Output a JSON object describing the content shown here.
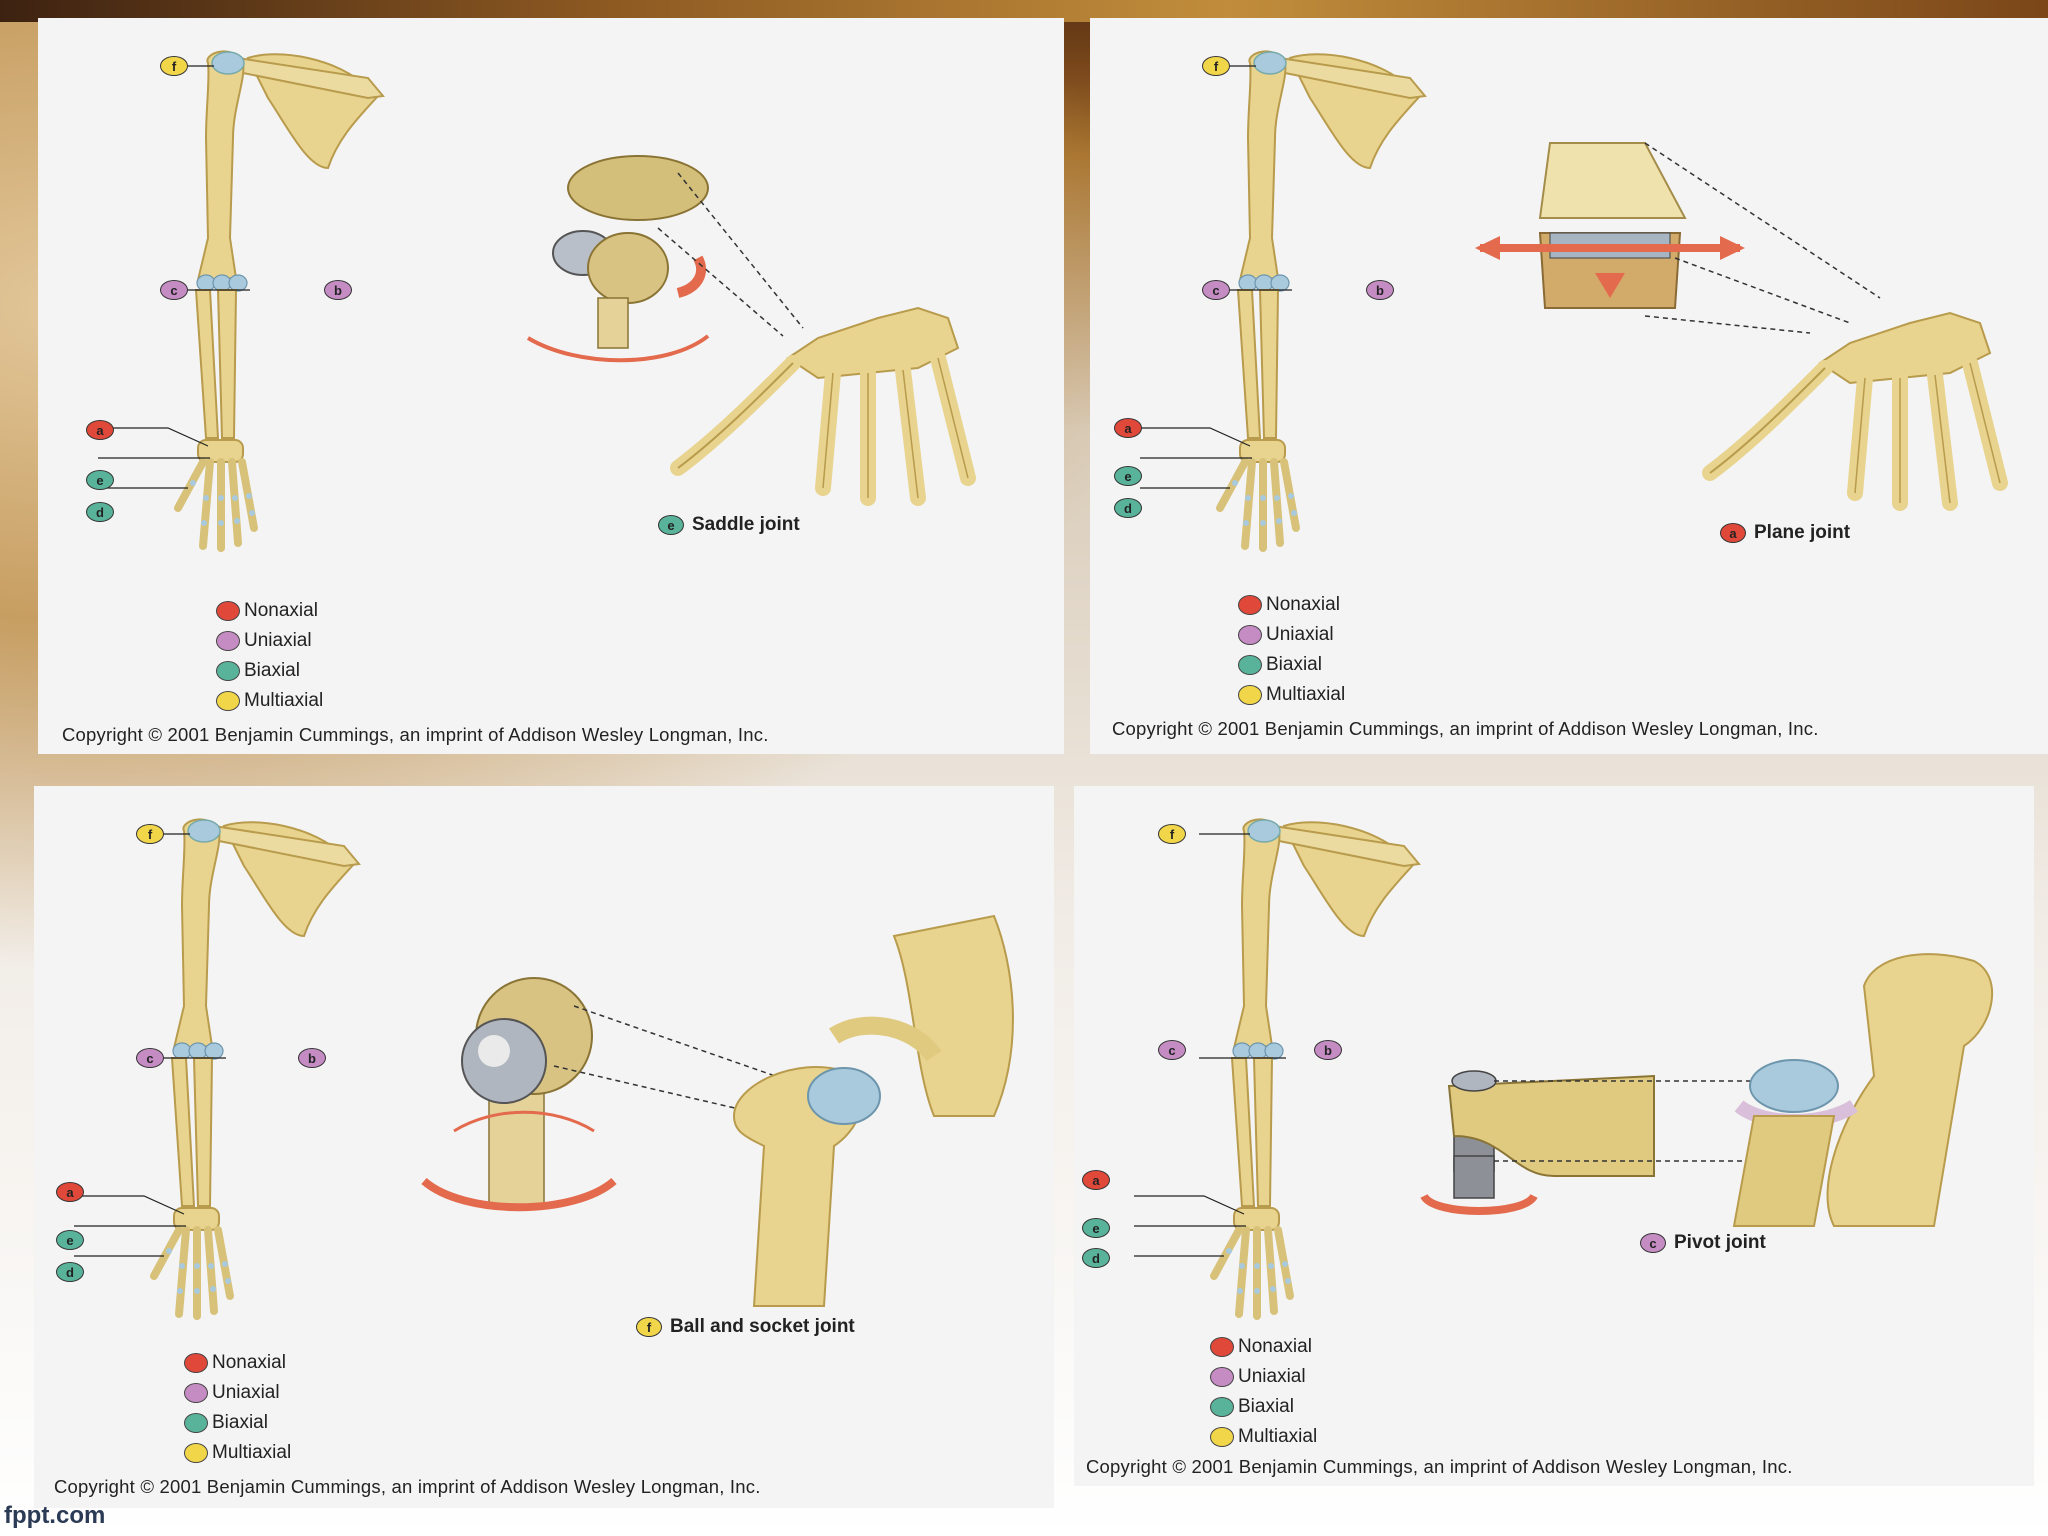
{
  "colors": {
    "nonaxial": "#e0483a",
    "uniaxial": "#c58cc4",
    "biaxial": "#58b39a",
    "multiaxial": "#f2d649",
    "bone": "#e8d48e",
    "bone_stroke": "#b89b4c",
    "cartilage": "#a9c9dd"
  },
  "legend": {
    "nonaxial": "Nonaxial",
    "uniaxial": "Uniaxial",
    "biaxial": "Biaxial",
    "multiaxial": "Multiaxial"
  },
  "callouts": {
    "a": "a",
    "b": "b",
    "c": "c",
    "d": "d",
    "e": "e",
    "f": "f"
  },
  "copyright": "Copyright © 2001 Benjamin Cummings, an imprint of Addison Wesley Longman, Inc.",
  "panels": [
    {
      "id": "saddle",
      "joint_letter": "e",
      "joint_title": "Saddle joint",
      "badge_color": "#58b39a"
    },
    {
      "id": "plane",
      "joint_letter": "a",
      "joint_title": "Plane joint",
      "badge_color": "#e0483a"
    },
    {
      "id": "ball",
      "joint_letter": "f",
      "joint_title": "Ball and socket joint",
      "badge_color": "#f2d649"
    },
    {
      "id": "pivot",
      "joint_letter": "c",
      "joint_title": "Pivot joint",
      "badge_color": "#c58cc4"
    }
  ],
  "watermark": "fppt.com"
}
